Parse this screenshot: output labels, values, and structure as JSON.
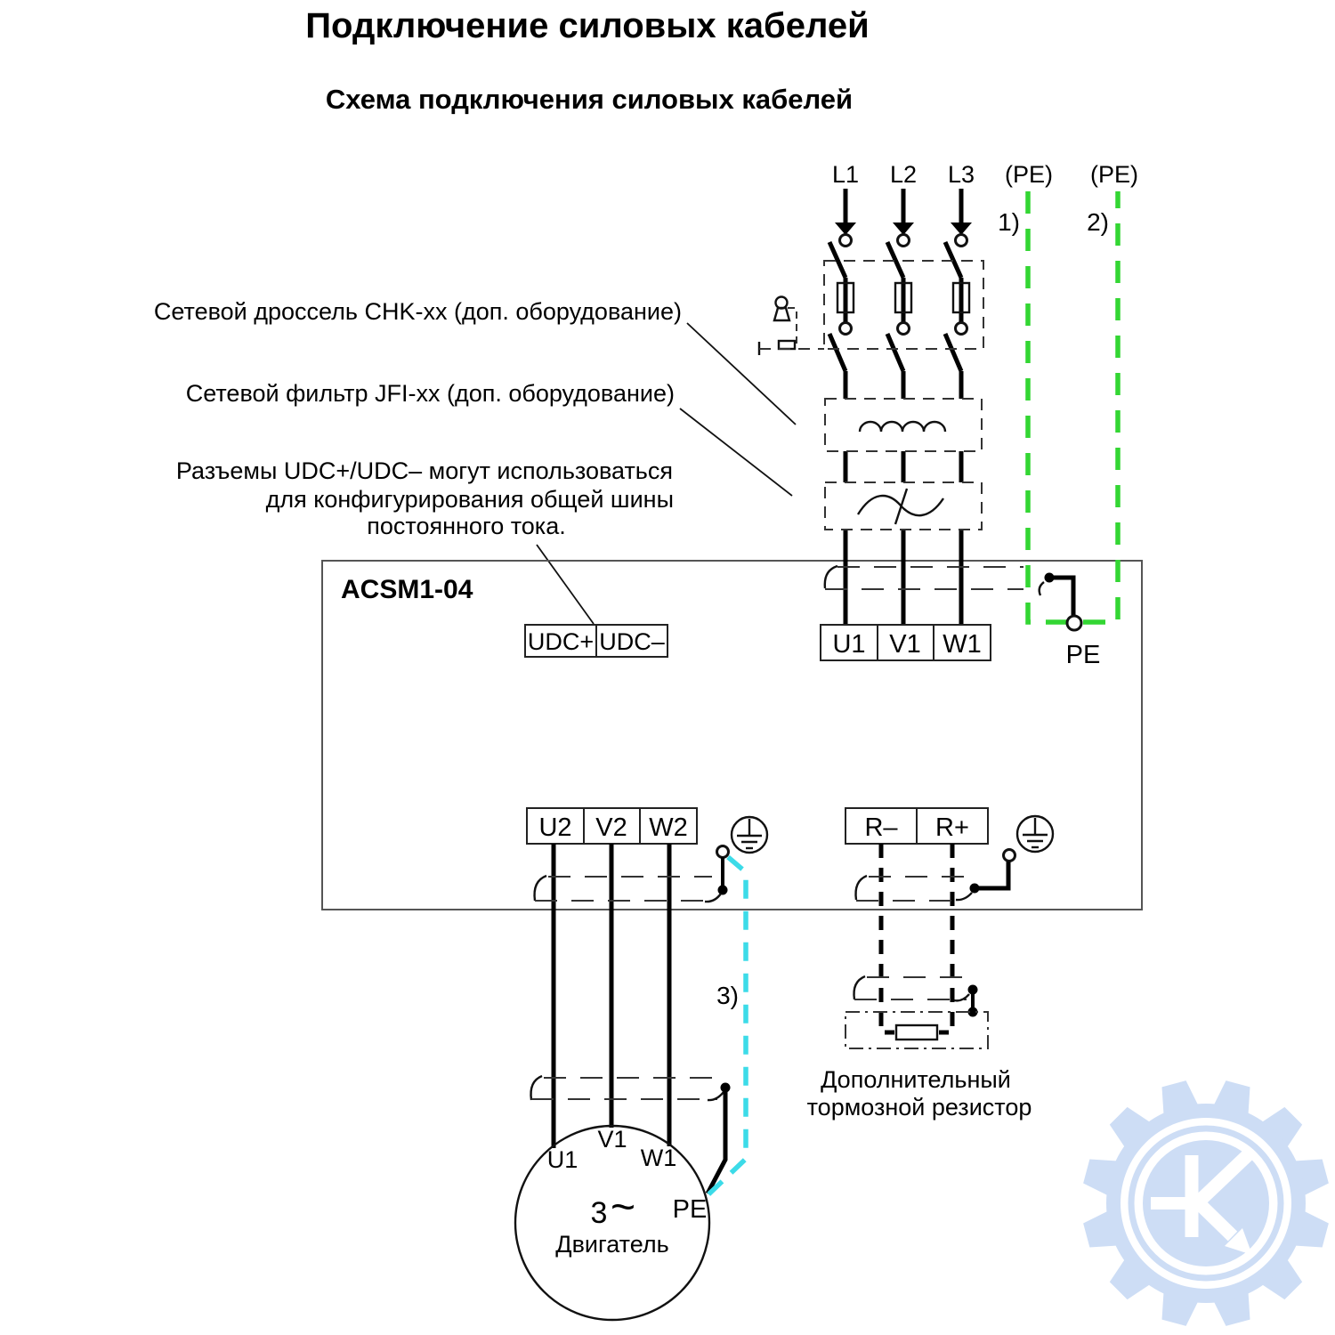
{
  "title": "Подключение силовых кабелей",
  "subtitle": "Схема подключения силовых кабелей",
  "colors": {
    "pe_green": "#33d633",
    "shield_cyan": "#3cdbe8",
    "watermark_blue": "#cbdcf5",
    "line": "#000000"
  },
  "annotations": {
    "choke": "Сетевой дроссель CHK-xx (доп. оборудование)",
    "filter": "Сетевой фильтр JFI-xx (доп. оборудование)",
    "udc1": "Разъемы UDC+/UDC– могут использоваться",
    "udc2": "для конфигурирования общей шины",
    "udc3": "постоянного тока.",
    "brake1": "Дополнительный",
    "brake2": "тормозной резистор"
  },
  "supply": {
    "phases": [
      "L1",
      "L2",
      "L3"
    ],
    "pe1": "(PE)",
    "pe2": "(PE)"
  },
  "notes": {
    "n1": "1)",
    "n2": "2)",
    "n3": "3)"
  },
  "drive": {
    "model": "ACSM1-04",
    "dc": [
      "UDC+",
      "UDC–"
    ],
    "input": [
      "U1",
      "V1",
      "W1"
    ],
    "output": [
      "U2",
      "V2",
      "W2"
    ],
    "brake": [
      "R–",
      "R+"
    ]
  },
  "ground": {
    "pe": "PE"
  },
  "motor": {
    "t1": "U1",
    "t2": "V1",
    "t3": "W1",
    "phase": "3",
    "tilde": "~",
    "pe": "PE",
    "label": "Двигатель"
  }
}
